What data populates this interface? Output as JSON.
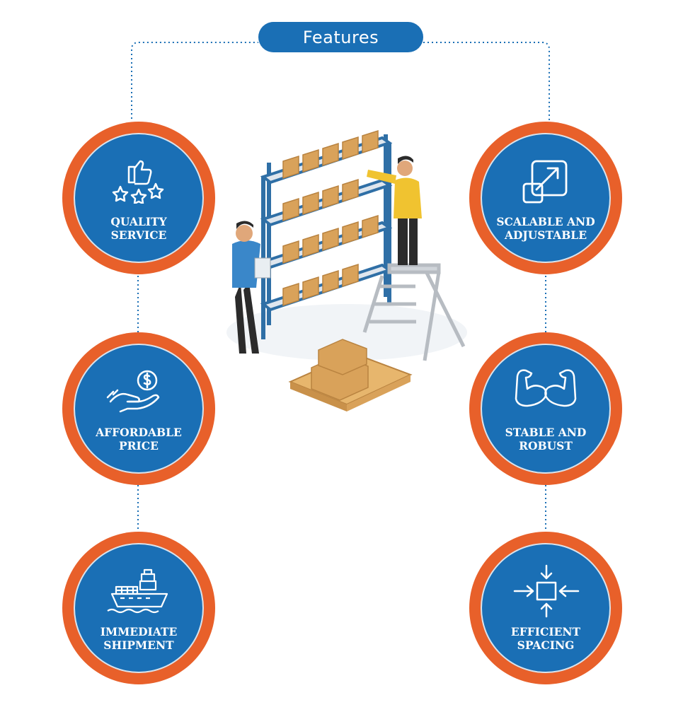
{
  "header": {
    "title": "Features"
  },
  "colors": {
    "primary_blue": "#1a6fb5",
    "ring_orange": "#e8602a",
    "box_tan": "#d9a25a",
    "rack_blue": "#2f6fa6"
  },
  "features": [
    {
      "id": "quality-service",
      "icon": "thumbs-up-stars-icon",
      "line1": "QUALITY",
      "line2": "SERVICE"
    },
    {
      "id": "affordable-price",
      "icon": "hand-coin-icon",
      "line1": "AFFORDABLE",
      "line2": "PRICE"
    },
    {
      "id": "immediate-shipment",
      "icon": "cargo-ship-icon",
      "line1": "IMMEDIATE",
      "line2": "SHIPMENT"
    },
    {
      "id": "scalable-adjustable",
      "icon": "resize-arrow-icon",
      "line1": "SCALABLE AND",
      "line2": "ADJUSTABLE"
    },
    {
      "id": "stable-robust",
      "icon": "flexed-arms-icon",
      "line1": "STABLE AND",
      "line2": "ROBUST"
    },
    {
      "id": "efficient-spacing",
      "icon": "compress-arrows-icon",
      "line1": "EFFICIENT",
      "line2": "SPACING"
    }
  ],
  "illustration": {
    "subject": "warehouse-workers-with-shelving-and-boxes"
  }
}
